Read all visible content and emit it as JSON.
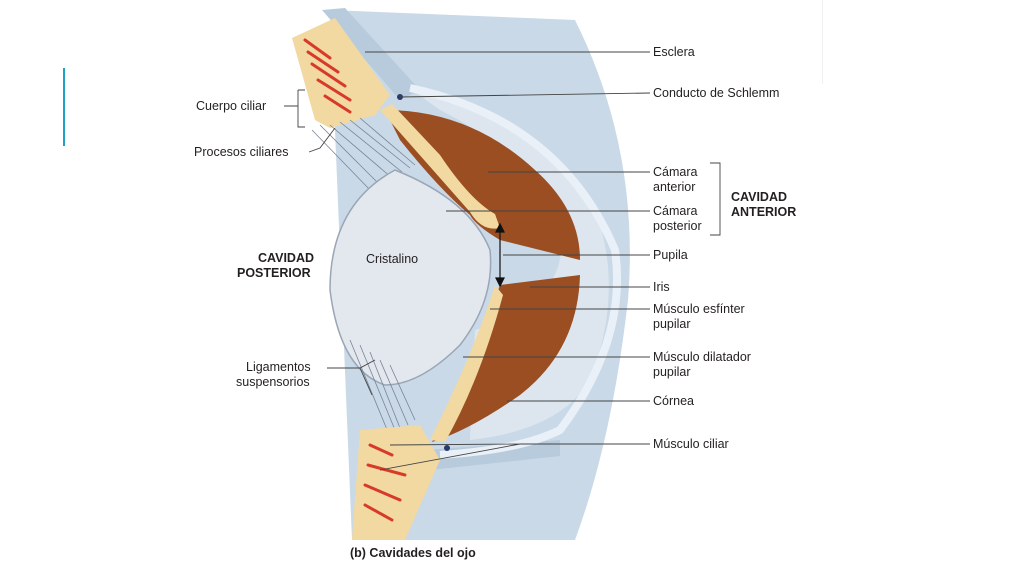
{
  "colors": {
    "accent": "#1fa0c6",
    "sclera": "#b7cbdd",
    "cornea": "#c9d9e8",
    "iris": "#9a4e22",
    "ciliary_body": "#f1d9a1",
    "muscle_red": "#d83a2a",
    "lens": "#e3e8ee",
    "lens_edge": "#9aa6b6",
    "anterior_chamber": "#dde6ee"
  },
  "labels": {
    "esclera": "Esclera",
    "conducto_schlemm": "Conducto de Schlemm",
    "cuerpo_ciliar": "Cuerpo ciliar",
    "procesos_ciliares": "Procesos ciliares",
    "camara_anterior_1": "Cámara",
    "camara_anterior_2": "anterior",
    "camara_posterior_1": "Cámara",
    "camara_posterior_2": "posterior",
    "cavidad_anterior_1": "CAVIDAD",
    "cavidad_anterior_2": "ANTERIOR",
    "cavidad_posterior_1": "CAVIDAD",
    "cavidad_posterior_2": "POSTERIOR",
    "cristalino": "Cristalino",
    "pupila": "Pupila",
    "iris": "Iris",
    "esfinter_1": "Músculo esfínter",
    "esfinter_2": "pupilar",
    "dilatador_1": "Músculo dilatador",
    "dilatador_2": "pupilar",
    "ligamentos_1": "Ligamentos",
    "ligamentos_2": "suspensorios",
    "cornea": "Córnea",
    "musculo_ciliar": "Músculo ciliar"
  },
  "caption": "(b) Cavidades del ojo"
}
